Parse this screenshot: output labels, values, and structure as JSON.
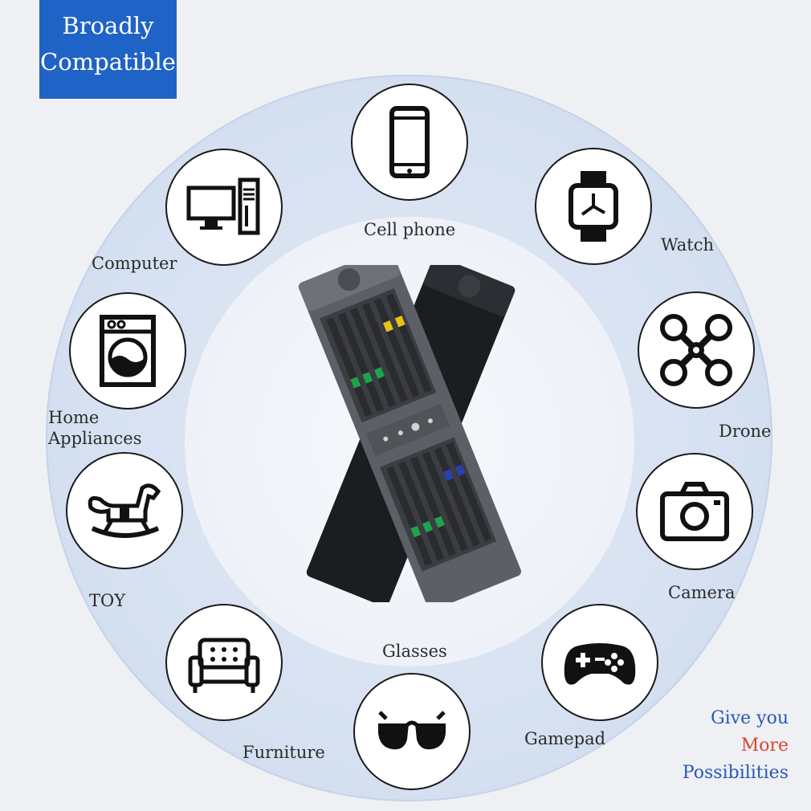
{
  "badge": {
    "line1": "Broadly",
    "line2": "Compatible"
  },
  "items": [
    {
      "label": "Cell phone",
      "icon": "cell-phone-icon"
    },
    {
      "label": "Watch",
      "icon": "watch-icon"
    },
    {
      "label": "Drone",
      "icon": "drone-icon"
    },
    {
      "label": "Camera",
      "icon": "camera-icon"
    },
    {
      "label": "Gamepad",
      "icon": "gamepad-icon"
    },
    {
      "label": "Glasses",
      "icon": "glasses-icon"
    },
    {
      "label": "Furniture",
      "icon": "sofa-icon"
    },
    {
      "label": "TOY",
      "icon": "rocking-horse-icon"
    },
    {
      "label": "Home\nAppliances",
      "icon": "washing-machine-icon"
    },
    {
      "label": "Computer",
      "icon": "computer-icon"
    }
  ],
  "home_label": {
    "line1": "Home",
    "line2": "Appliances"
  },
  "tagline": {
    "line1": "Give you",
    "line1_color": "#2a56b8",
    "line2": "More",
    "line2_color": "#d9462b",
    "line3": "Possibilities",
    "line3_color": "#2a56b8"
  },
  "colors": {
    "badge": "#1f63c7",
    "ring": "#d6e1f1",
    "tool_body": "#5c5f66",
    "bit_green": "#1fa34a",
    "bit_yellow": "#e6c21a",
    "bit_blue": "#2b3fb0"
  }
}
